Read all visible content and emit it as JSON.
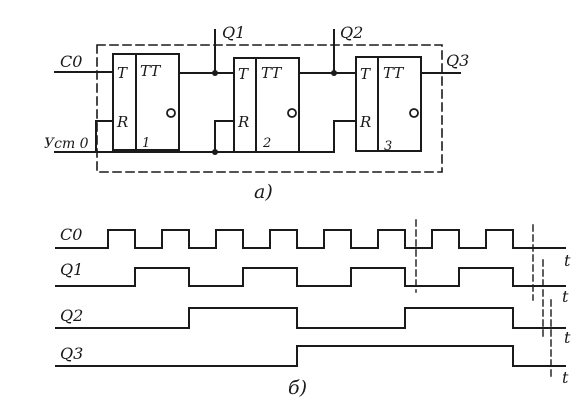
{
  "circuit": {
    "input_label": "C0",
    "reset_label": "Уст 0",
    "output_labels": [
      "Q1",
      "Q2",
      "Q3"
    ],
    "flipflops": [
      {
        "type_label": "TT",
        "t_label": "T",
        "r_label": "R",
        "number": "1"
      },
      {
        "type_label": "TT",
        "t_label": "T",
        "r_label": "R",
        "number": "2"
      },
      {
        "type_label": "TT",
        "t_label": "T",
        "r_label": "R",
        "number": "3"
      }
    ],
    "caption": "а)"
  },
  "timing": {
    "caption": "б)",
    "time_label": "t",
    "period_pulses": 8,
    "signals": [
      {
        "name": "C0",
        "levels": [
          1,
          0,
          1,
          0,
          1,
          0,
          1,
          0,
          1,
          0,
          1,
          0,
          1,
          0,
          1,
          0
        ]
      },
      {
        "name": "Q1",
        "levels": [
          0,
          1,
          1,
          0,
          0,
          1,
          1,
          0,
          0,
          1,
          1,
          0,
          0,
          1,
          1,
          0
        ]
      },
      {
        "name": "Q2",
        "levels": [
          0,
          0,
          0,
          1,
          1,
          1,
          1,
          0,
          0,
          0,
          0,
          1,
          1,
          1,
          1,
          0
        ]
      },
      {
        "name": "Q3",
        "levels": [
          0,
          0,
          0,
          0,
          0,
          0,
          0,
          1,
          1,
          1,
          1,
          1,
          1,
          1,
          1,
          0
        ]
      }
    ]
  },
  "colors": {
    "ink": "#1a1a1a",
    "background": "#ffffff"
  }
}
